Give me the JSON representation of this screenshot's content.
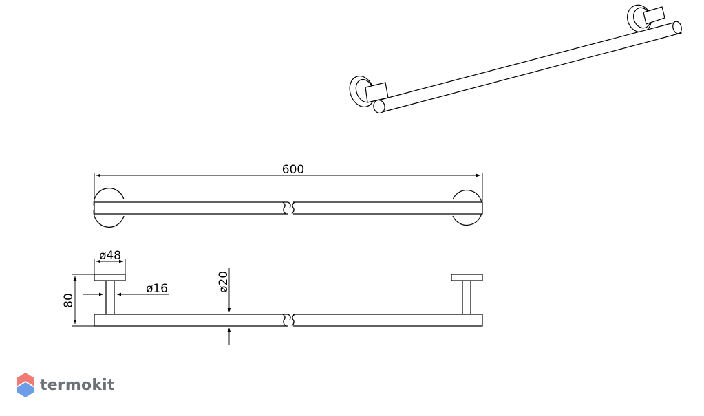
{
  "dimensions": {
    "total_length": "600",
    "flange_diameter": "ø48",
    "post_diameter": "ø16",
    "bar_diameter": "ø20",
    "projection": "80"
  },
  "brand": {
    "name": "termokit"
  }
}
